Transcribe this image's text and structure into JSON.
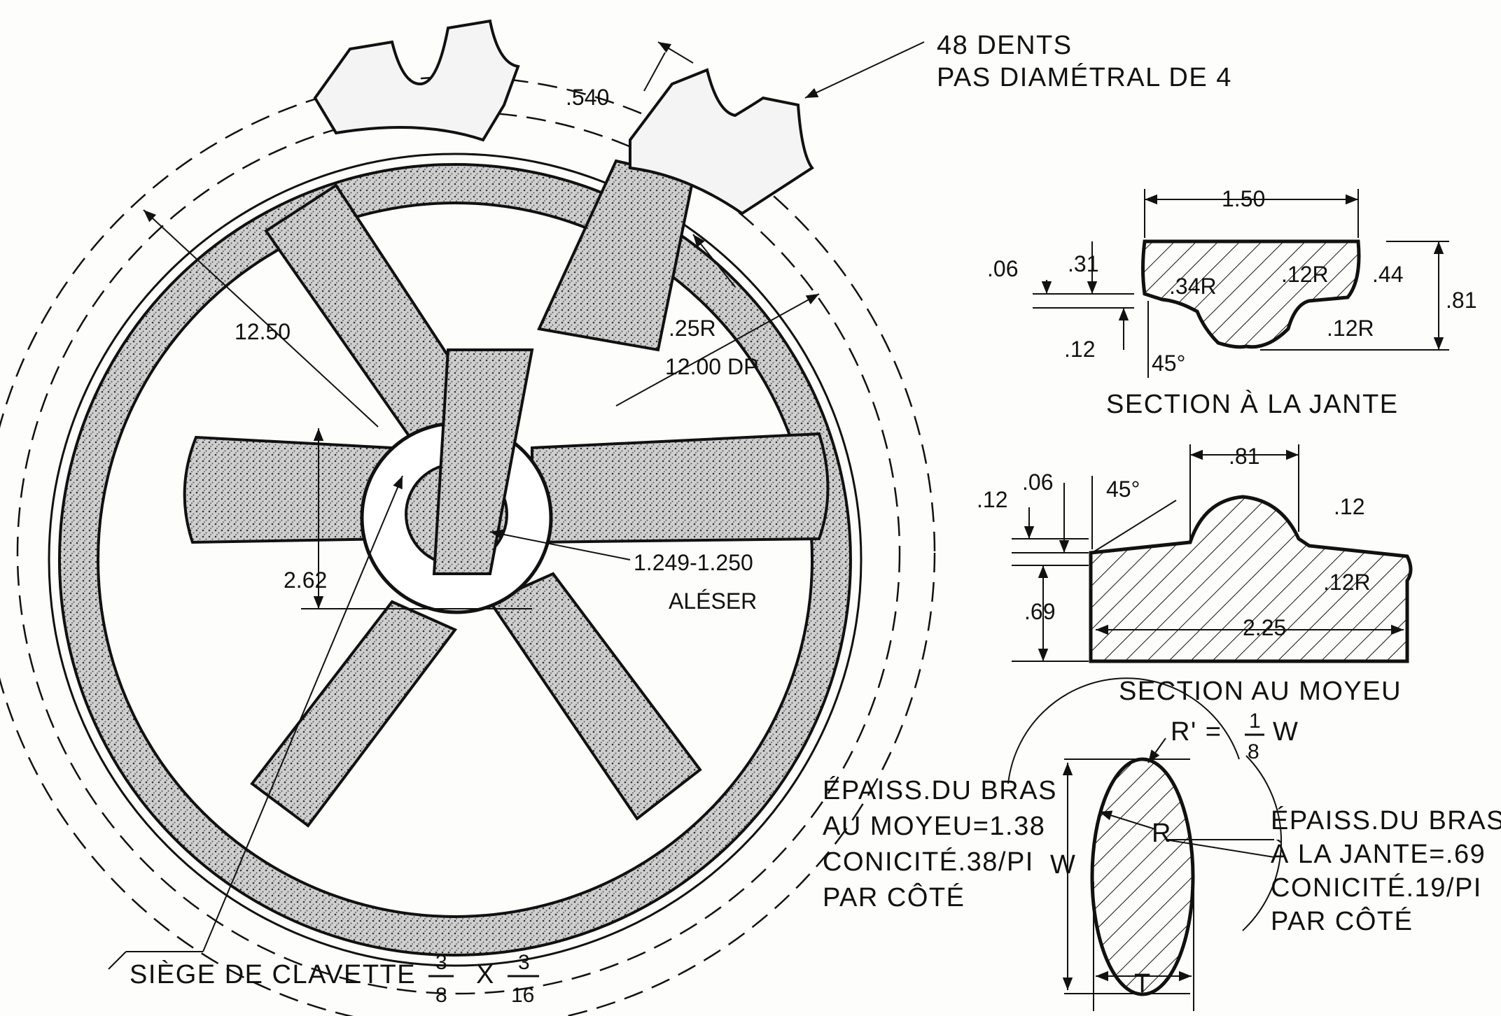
{
  "callouts": {
    "teeth_count": "48 DENTS",
    "diametral_pitch": "PAS DIAMÉTRAL DE 4",
    "tooth_dim": ".540",
    "outer_diameter": "12.50",
    "fillet_radius": ".25R",
    "pitch_diameter": "12.00 DP",
    "hub_dim": "2.62",
    "bore_dim": "1.249-1.250",
    "bore_note": "ALÉSER",
    "keyseat_label": "SIÈGE DE CLAVETTE",
    "keyseat_w_num": "3",
    "keyseat_w_den": "8",
    "keyseat_x": "X",
    "keyseat_d_num": "3",
    "keyseat_d_den": "16"
  },
  "rim_section": {
    "title": "SECTION À LA JANTE",
    "width": "1.50",
    "d_06": ".06",
    "d_31": ".31",
    "r_34": ".34R",
    "r_12a": ".12R",
    "d_44": ".44",
    "d_81": ".81",
    "r_12b": ".12R",
    "d_12": ".12",
    "angle": "45°"
  },
  "hub_section": {
    "title": "SECTION AU MOYEU",
    "top_width": ".81",
    "d_12a": ".12",
    "d_06": ".06",
    "angle": "45°",
    "d_12b": ".12",
    "r_12": ".12R",
    "d_69": ".69",
    "width": "2.25"
  },
  "arm_section": {
    "radius_prefix": "R' =",
    "radius_num": "1",
    "radius_den": "8",
    "radius_suffix": "W",
    "r_label": "R",
    "w_label": "W",
    "t_label": "T",
    "hub_note_lines": [
      "ÉPAISS.DU BRAS",
      "AU MOYEU=1.38",
      "CONICITÉ.38/PI",
      "PAR CÔTÉ"
    ],
    "rim_note_lines": [
      "ÉPAISS.DU BRAS",
      "À LA JANTE=.69",
      "CONICITÉ.19/PI",
      "PAR CÔTÉ"
    ]
  }
}
